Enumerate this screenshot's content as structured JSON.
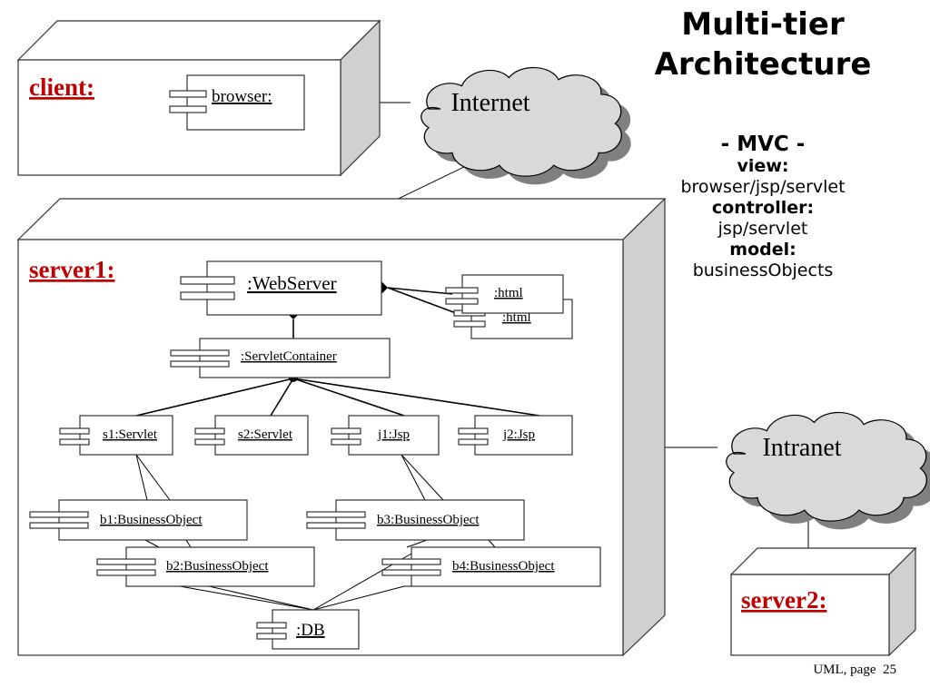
{
  "title": {
    "line1": "Multi-tier",
    "line2": "Architecture"
  },
  "mvc": {
    "heading": "- MVC -",
    "view_label": "view:",
    "view_value": "browser/jsp/servlet",
    "controller_label": "controller:",
    "controller_value": "jsp/servlet",
    "model_label": "model:",
    "model_value": "businessObjects"
  },
  "nodes": {
    "client": "client:",
    "server1": "server1:",
    "server2": "server2:"
  },
  "clouds": {
    "internet": "Internet",
    "intranet": "Intranet"
  },
  "components": {
    "browser": "browser:",
    "webserver": ":WebServer",
    "html_front": ":html",
    "html_back": ":html",
    "servlet_container": ":ServletContainer",
    "s1": "s1:Servlet",
    "s2": "s2:Servlet",
    "j1": "j1:Jsp",
    "j2": "j2:Jsp",
    "b1": "b1:BusinessObject",
    "b2": "b2:BusinessObject",
    "b3": "b3:BusinessObject",
    "b4": "b4:BusinessObject",
    "db": ":DB"
  },
  "footer": "UML, page  25",
  "colors": {
    "node_label": "#c00000",
    "node_side": "#d0d0d0",
    "cloud_fill": "#d9d9d9",
    "cloud_shadow": "#808080"
  }
}
